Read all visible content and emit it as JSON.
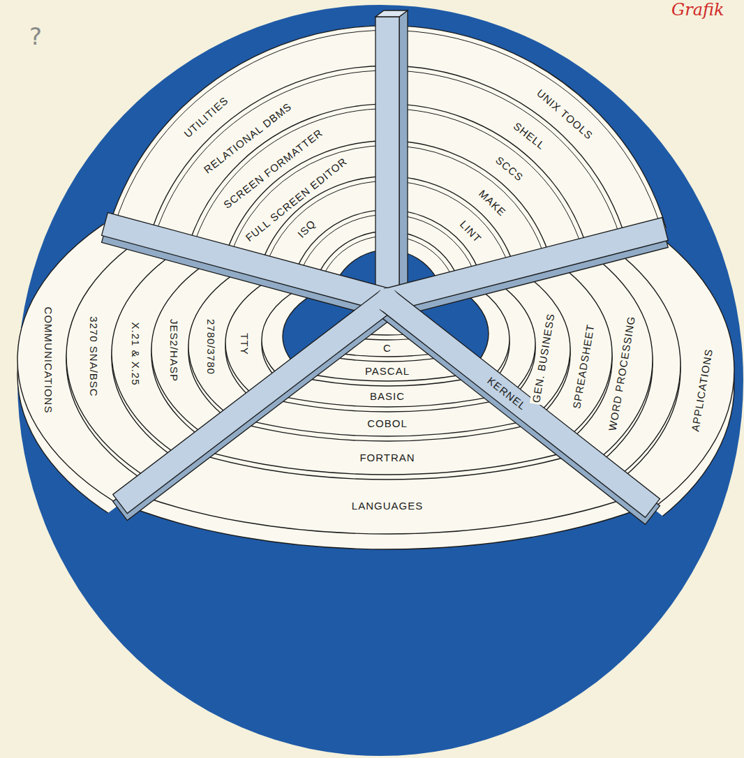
{
  "diagram": {
    "nodes": [
      {
        "text": [
          "UTILITIES"
        ]
      },
      {
        "text": [
          "RELATIONAL DBMS"
        ]
      },
      {
        "text": [
          "SCREEN FORMATTER"
        ]
      },
      {
        "text": [
          "FULL SCREEN EDITOR"
        ]
      },
      {
        "text": [
          "ISQ"
        ]
      },
      {
        "text": [
          "UNIX TOOLS"
        ]
      },
      {
        "text": [
          "SHELL"
        ]
      },
      {
        "text": [
          "SCCS"
        ]
      },
      {
        "text": [
          "MAKE"
        ]
      },
      {
        "text": [
          "LINT"
        ]
      },
      {
        "text": [
          "COMMUNICATIONS"
        ]
      },
      {
        "text": [
          "3270 SNA/BSC"
        ]
      },
      {
        "text": [
          "X.21 & X.25"
        ]
      },
      {
        "text": [
          "JES2/HASP"
        ]
      },
      {
        "text": [
          "2780/3780"
        ]
      },
      {
        "text": [
          "TTY"
        ]
      },
      {
        "text": [
          "GEN. BUSINESS"
        ]
      },
      {
        "text": [
          "SPREADSHEET"
        ]
      },
      {
        "text": [
          "WORD PROCESSING"
        ]
      },
      {
        "text": [
          "APPLICATIONS"
        ]
      },
      {
        "text": [
          "KERNEL"
        ]
      },
      {
        "text": [
          "C"
        ]
      },
      {
        "text": [
          "PASCAL"
        ]
      },
      {
        "text": [
          "BASIC"
        ]
      },
      {
        "text": [
          "COBOL"
        ]
      },
      {
        "text": [
          "FORTRAN"
        ]
      },
      {
        "text": [
          "LANGUAGES"
        ]
      }
    ],
    "labels": [
      "?",
      "Grafik"
    ]
  }
}
